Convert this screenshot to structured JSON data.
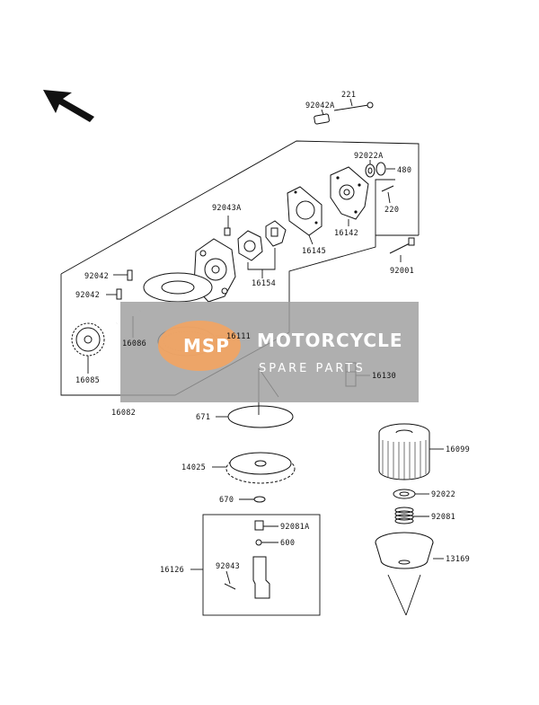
{
  "watermark": {
    "brand_line1": "MOTORCYCLE",
    "brand_line2": "SPARE PARTS",
    "logo_text": "MSP",
    "color": "#9e9e9e",
    "accent": "#f4a460"
  },
  "labels": {
    "p221": "221",
    "p92042A": "92042A",
    "p92022A": "92022A",
    "p480": "480",
    "p220": "220",
    "p16142": "16142",
    "p92043A": "92043A",
    "p16145": "16145",
    "p16154": "16154",
    "p92001": "92001",
    "p92042a": "92042",
    "p92042b": "92042",
    "p16086": "16086",
    "p16111": "16111",
    "p16085": "16085",
    "p16130": "16130",
    "p16082": "16082",
    "p671": "671",
    "p16099": "16099",
    "p14025": "14025",
    "p92022": "92022",
    "p670": "670",
    "p92081": "92081",
    "p92081A": "92081A",
    "p600": "600",
    "p16126": "16126",
    "p92043": "92043",
    "p13169": "13169"
  },
  "icons": {
    "direction": "arrow-up-left-icon"
  }
}
